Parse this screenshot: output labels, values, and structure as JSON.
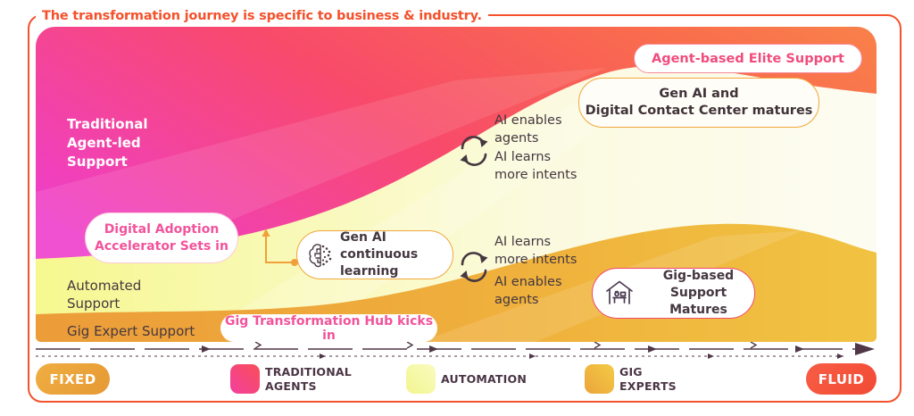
{
  "title": "The transformation journey is specific to business & industry.",
  "colors": {
    "frame_accent": "#F4512C",
    "magenta": "#EF3EC9",
    "pink_red": "#F9485E",
    "orange": "#F9814A",
    "pale_yellow": "#F6F893",
    "gold": "#EDA03A",
    "pill_pink_text": "#F2539B",
    "elite_pink_text": "#F04D7C",
    "dark_text": "#453740",
    "orange_border": "#F0A73C",
    "pink_border": "#F2476F",
    "fixed_pill": "#E89A35",
    "fluid_pill": "#F24A34"
  },
  "areas": {
    "traditional": "Traditional\nAgent-led\nSupport",
    "automated": "Automated\nSupport",
    "gig_expert": "Gig Expert Support"
  },
  "callouts": {
    "elite": "Agent-based Elite Support",
    "genai_matures": "Gen AI and\nDigital Contact Center matures",
    "digital_adoption": "Digital Adoption\nAccelerator Sets in",
    "genai_learning": "Gen AI\ncontinuous learning",
    "gig_hub": "Gig Transformation Hub kicks in",
    "gig_matures": "Gig-based\nSupport Matures"
  },
  "cycles": {
    "top_first": "AI enables\nagents",
    "top_second": "AI learns\nmore intents",
    "bottom_first": "AI learns\nmore intents",
    "bottom_second": "AI enables\nagents"
  },
  "legend": {
    "fixed": "FIXED",
    "fluid": "FLUID",
    "items": [
      {
        "label": "TRADITIONAL\nAGENTS",
        "color": "#F9485E"
      },
      {
        "label": "AUTOMATION",
        "color": "#F6F893"
      },
      {
        "label": "GIG\nEXPERTS",
        "color": "#F0B93E"
      }
    ]
  }
}
